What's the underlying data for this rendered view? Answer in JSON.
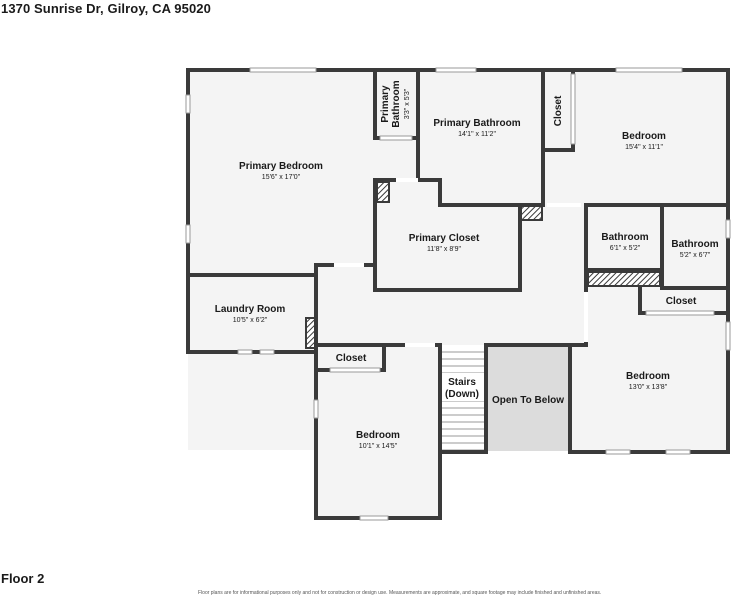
{
  "header": {
    "address": "1370 Sunrise Dr, Gilroy, CA 95020"
  },
  "footer": {
    "floor_label": "Floor 2",
    "disclaimer": "Floor plans are for informational purposes only and not for construction or design use. Measurements are approximate, and square footage may include finished and unfinished areas."
  },
  "rooms": {
    "primary_bedroom": {
      "name": "Primary Bedroom",
      "dim": "15'6\" x 17'0\""
    },
    "primary_bath_small": {
      "name_line1": "Primary",
      "name_line2": "Bathroom",
      "dim": "3'3\" x 5'3\""
    },
    "primary_bathroom": {
      "name": "Primary Bathroom",
      "dim": "14'1\" x 11'2\""
    },
    "closet_top": {
      "name": "Closet"
    },
    "bedroom_top_right": {
      "name": "Bedroom",
      "dim": "15'4\" x 11'1\""
    },
    "primary_closet": {
      "name": "Primary Closet",
      "dim": "11'8\" x 8'9\""
    },
    "bathroom_1": {
      "name": "Bathroom",
      "dim": "6'1\" x 5'2\""
    },
    "bathroom_2": {
      "name": "Bathroom",
      "dim": "5'2\" x 6'7\""
    },
    "closet_right": {
      "name": "Closet"
    },
    "laundry_room": {
      "name": "Laundry Room",
      "dim": "10'5\" x 6'2\""
    },
    "closet_bottom": {
      "name": "Closet"
    },
    "stairs": {
      "name_line1": "Stairs",
      "name_line2": "(Down)"
    },
    "open_to_below": {
      "name": "Open To Below"
    },
    "bedroom_bottom_right": {
      "name": "Bedroom",
      "dim": "13'0\" x 13'8\""
    },
    "bedroom_bottom_left": {
      "name": "Bedroom",
      "dim": "10'1\" x 14'5\""
    }
  }
}
